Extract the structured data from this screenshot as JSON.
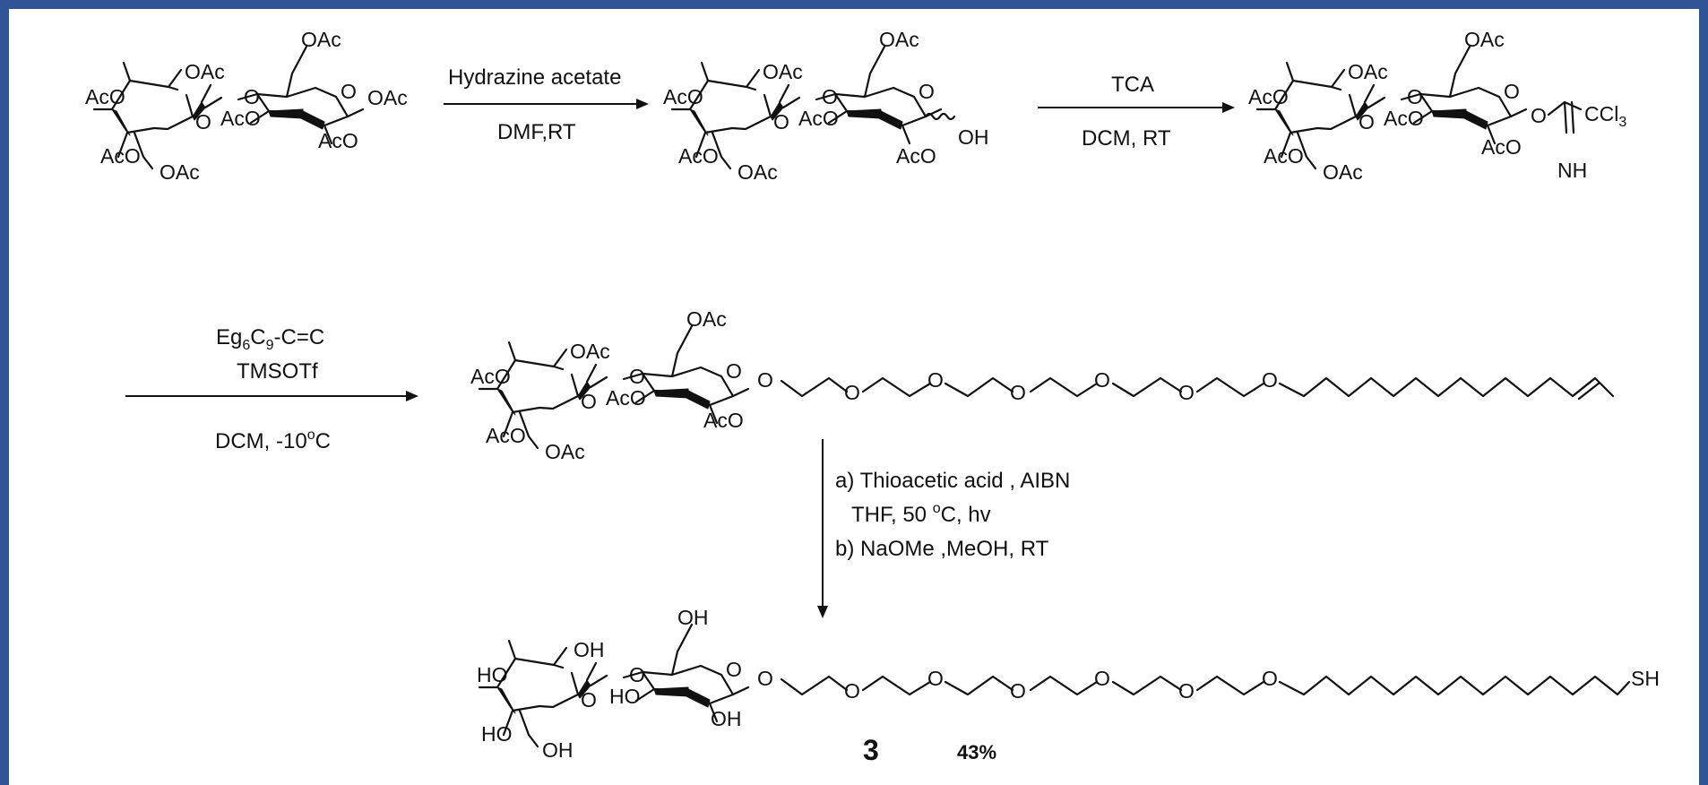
{
  "labels": {
    "oac": "OAc",
    "aco": "AcO",
    "o": "O",
    "oh": "OH",
    "ho": "HO",
    "sh": "SH",
    "ccl3": "CCl",
    "ccl3_sub": "3",
    "nh": "NH"
  },
  "step1": {
    "top": "Hydrazine acetate",
    "bottom": "DMF,RT"
  },
  "step2": {
    "top": "TCA",
    "bottom": "DCM, RT"
  },
  "step3": {
    "line1_pre": "Eg",
    "line1_sub1": "6",
    "line1_mid": "C",
    "line1_sub2": "9",
    "line1_post": "-C=C",
    "line2": "TMSOTf",
    "line3_pre": "DCM, -10",
    "line3_sup": "o",
    "line3_post": "C"
  },
  "step4": {
    "line1": "a) Thioacetic acid , AIBN",
    "line2_pre": "THF, 50 ",
    "line2_sup": "o",
    "line2_post": "C, hv",
    "line3": "b) NaOMe ,MeOH, RT"
  },
  "product": {
    "number": "3",
    "yield": "43%"
  },
  "colors": {
    "frame": "#2f5597",
    "ink": "#111111"
  }
}
